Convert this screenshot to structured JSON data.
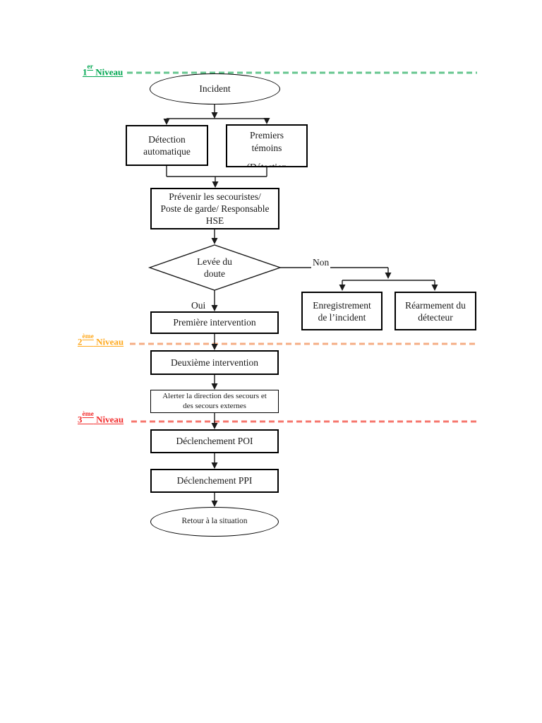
{
  "levels": [
    {
      "num": "1",
      "sup": "er",
      "name": " Niveau",
      "label_color": "#00A650",
      "line_color": "#66C68F"
    },
    {
      "num": "2",
      "sup": "ème",
      "name": " Niveau",
      "label_color": "#FFA91E",
      "line_color": "#F5AE85"
    },
    {
      "num": "3",
      "sup": "ème",
      "name": " Niveau",
      "label_color": "#F22B2B",
      "line_color": "#F6776E"
    }
  ],
  "nodes": {
    "incident": "Incident",
    "detection_automatique": "Détection automatique",
    "premiers_temoins": "Premiers témoins",
    "premiers_temoins_clipped": "(Détection",
    "prevenir": "Prévenir les secouristes/\nPoste de garde/ Responsable\nHSE",
    "levee_du_doute": "Levée du\ndoute",
    "enregistrement": "Enregistrement\nde l’incident",
    "rearmement": "Réarmement du\ndétecteur",
    "premiere_intervention": "Première intervention",
    "deuxieme_intervention": "Deuxième intervention",
    "alerter": "Alerter la direction des secours et\ndes secours externes",
    "declenchement_poi": "Déclenchement POI",
    "declenchement_ppi": "Déclenchement PPI",
    "retour": "Retour à la situation"
  },
  "branches": {
    "non": "Non",
    "oui": "Oui"
  },
  "line_color": "#1a1a1a"
}
